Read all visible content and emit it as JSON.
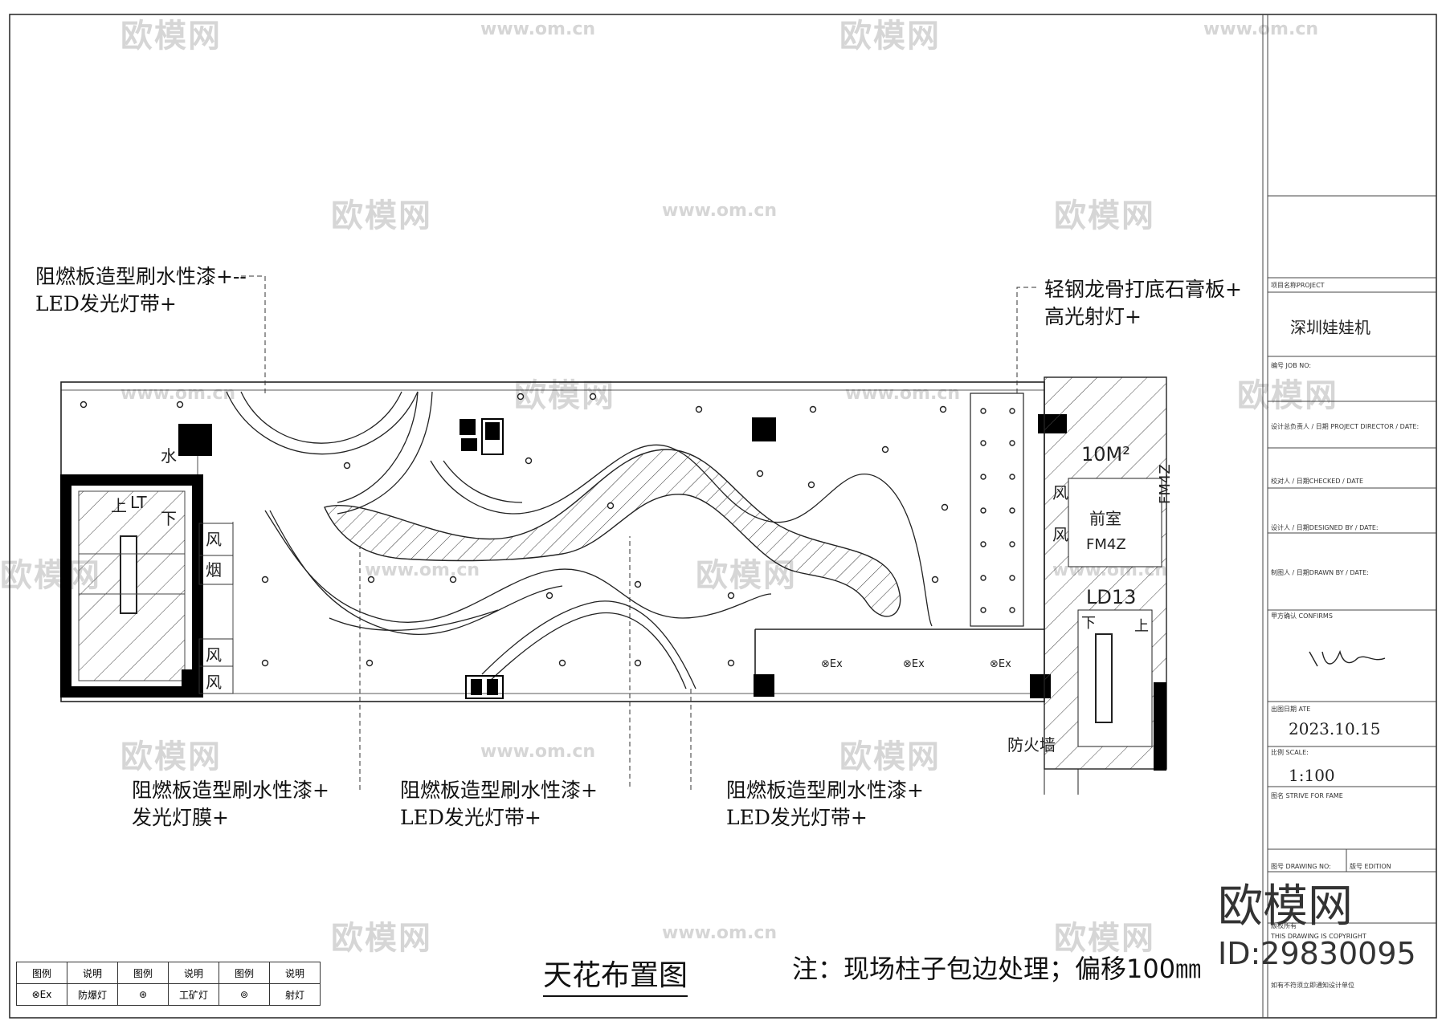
{
  "drawing": {
    "title": "天花布置图",
    "note": "注：现场柱子包边处理；偏移100㎜",
    "callouts": [
      {
        "line1": "阻燃板造型刷水性漆+--",
        "line2": "LED发光灯带+"
      },
      {
        "line1": "轻钢龙骨打底石膏板+",
        "line2": "高光射灯+"
      },
      {
        "line1": "阻燃板造型刷水性漆+",
        "line2": "发光灯膜+"
      },
      {
        "line1": "阻燃板造型刷水性漆+",
        "line2": "LED发光灯带+"
      },
      {
        "line1": "阻燃板造型刷水性漆+",
        "line2": "LED发光灯带+"
      }
    ],
    "room_labels": {
      "water": "水",
      "up_left": "上",
      "lt": "LT",
      "down_left": "下",
      "wind1": "风",
      "smoke": "烟",
      "wind2": "风",
      "wind3": "风",
      "area": "10M²",
      "wind_r1": "风",
      "wind_r2": "风",
      "front_room": "前室",
      "door_code": "FM4Z",
      "door_code_v": "FM4Z",
      "ld": "LD13",
      "down_right": "下",
      "up_right": "上",
      "firewall": "防火墙"
    },
    "exit_lights": [
      "⊗Ex",
      "⊗Ex",
      "⊗Ex"
    ]
  },
  "legend": {
    "headers": [
      "图例",
      "说明",
      "图例",
      "说明",
      "图例",
      "说明"
    ],
    "row": [
      "⊗Ex",
      "防爆灯",
      "⊛",
      "工矿灯",
      "⊚",
      "射灯"
    ]
  },
  "title_block": {
    "project_label": "项目名称PROJECT",
    "project_name": "深圳娃娃机",
    "job_label": "编号 JOB NO:",
    "director_label": "设计总负责人 / 日期 PROJECT DIRECTOR / DATE:",
    "checked_label": "校对人 / 日期CHECKED / DATE",
    "designed_label": "设计人 / 日期DESIGNED BY / DATE:",
    "drawn_label": "制图人 / 日期DRAWN BY / DATE:",
    "confirm_label": "甲方确认 CONFIRMS",
    "date_label": "出图日期 ATE",
    "date": "2023.10.15",
    "scale_label": "比例 SCALE:",
    "scale": "1:100",
    "drawing_name_label": "图名 STRIVE FOR FAME",
    "drawing_no_label": "图号 DRAWING NO:",
    "edition_label": "版号 EDITION",
    "copyright_label": "版权所有",
    "copyright_en": "THIS DRAWING IS COPYRIGHT",
    "footer": "如有不符须立即通知设计单位"
  },
  "watermark": {
    "logo": "欧模网",
    "url": "www.om.cn",
    "brand": "欧模网",
    "id": "ID:29830095"
  }
}
